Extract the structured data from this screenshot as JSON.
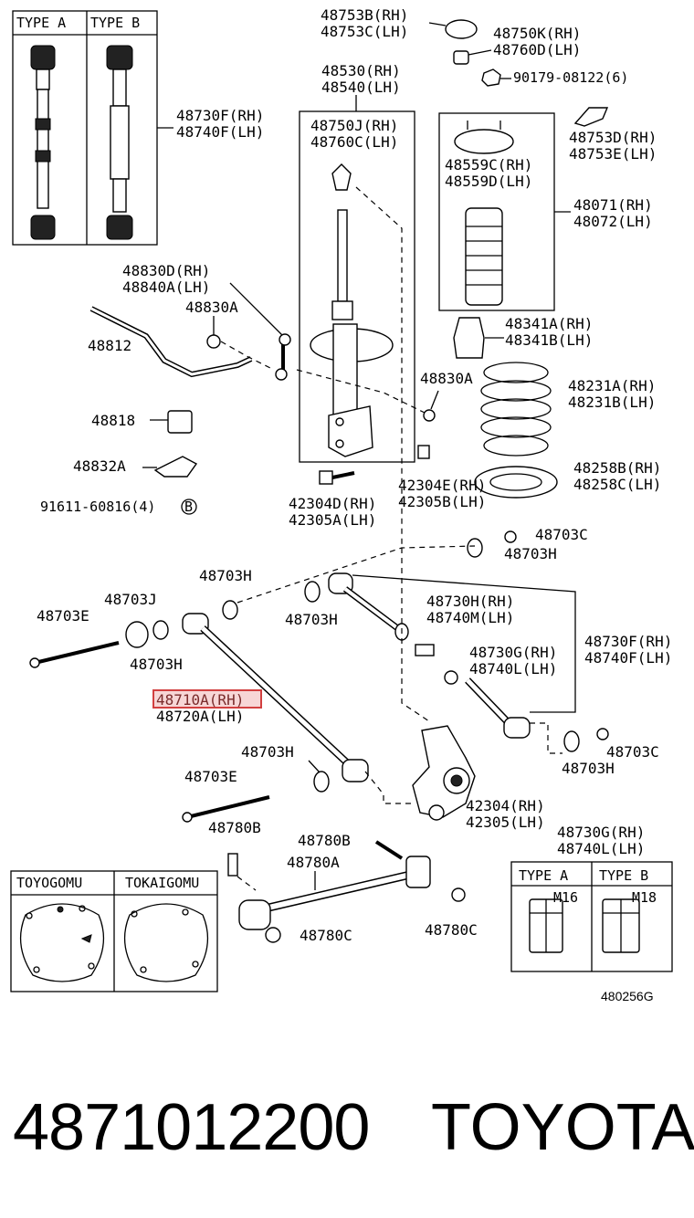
{
  "diagram": {
    "type_box_left": {
      "type_a": "TYPE  A",
      "type_b": "TYPE  B"
    },
    "type_box_right": {
      "type_a": "TYPE  A",
      "type_b": "TYPE  B",
      "m16": "M16",
      "m18": "M18"
    },
    "gomu_box": {
      "left": "TOYOGOMU",
      "right": "TOKAIGOMU"
    },
    "labels": {
      "l48753b": "48753B(RH)",
      "l48753c": "48753C(LH)",
      "l48750k": "48750K(RH)",
      "l48760d": "48760D(LH)",
      "l90179": "90179-08122(6)",
      "l48530": "48530(RH)",
      "l48540": "48540(LH)",
      "l48750j": "48750J(RH)",
      "l48760c": "48760C(LH)",
      "l48753d": "48753D(RH)",
      "l48753e": "48753E(LH)",
      "l48559c": "48559C(RH)",
      "l48559d": "48559D(LH)",
      "l48071": "48071(RH)",
      "l48072": "48072(LH)",
      "l48730f_top": "48730F(RH)",
      "l48740f_top": "48740F(LH)",
      "l48830d": "48830D(RH)",
      "l48840a": "48840A(LH)",
      "l48830a_1": "48830A",
      "l48812": "48812",
      "l48341a": "48341A(RH)",
      "l48341b": "48341B(LH)",
      "l48830a_2": "48830A",
      "l48231a": "48231A(RH)",
      "l48231b": "48231B(LH)",
      "l48818": "48818",
      "l48832a": "48832A",
      "l48258b": "48258B(RH)",
      "l48258c": "48258C(LH)",
      "l42304e": "42304E(RH)",
      "l42305b": "42305B(LH)",
      "l91611": "91611-60816(4)",
      "l42304d": "42304D(RH)",
      "l42305a": "42305A(LH)",
      "l48703c_1": "48703C",
      "l48703h_1": "48703H",
      "l48703h_2": "48703H",
      "l48703j": "48703J",
      "l48703e_1": "48703E",
      "l48703h_3": "48703H",
      "l48730h": "48730H(RH)",
      "l48740m": "48740M(LH)",
      "l48703h_4": "48703H",
      "l48730f": "48730F(RH)",
      "l48740f": "48740F(LH)",
      "l48730g_1": "48730G(RH)",
      "l48740l_1": "48740L(LH)",
      "l48710a": "48710A(RH)",
      "l48720a": "48720A(LH)",
      "l48703c_2": "48703C",
      "l48703h_5": "48703H",
      "l48703h_6": "48703H",
      "l48703e_2": "48703E",
      "l42304": "42304(RH)",
      "l42305": "42305(LH)",
      "l48780b_1": "48780B",
      "l48780b_2": "48780B",
      "l48730g_2": "48730G(RH)",
      "l48740l_2": "48740L(LH)",
      "l48780a": "48780A",
      "l48780c_1": "48780C",
      "l48780c_2": "48780C",
      "circle_b": "B",
      "fig_code": "480256G"
    }
  },
  "footer": {
    "part_number": "4871012200",
    "brand": "TOYOTA"
  }
}
